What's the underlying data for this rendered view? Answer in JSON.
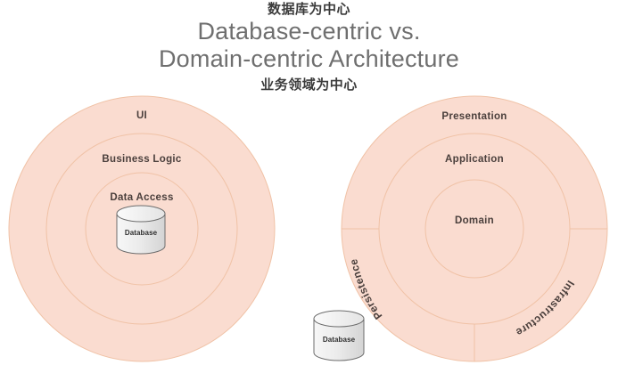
{
  "title": {
    "annotation_top": "数据库为中心",
    "line1": "Database-centric vs.",
    "line2": "Domain-centric Architecture",
    "annotation_bottom": "业务领域为中心"
  },
  "colors": {
    "ring_fill": "#fadcd0",
    "ring_stroke": "#f0c2a6",
    "label_text": "#4a3f3c",
    "title_text": "#6f6f6f",
    "annotation_text": "#3b3b3b",
    "cylinder_fill": "#e2e2e2",
    "cylinder_highlight": "#f4f4f4",
    "cylinder_stroke": "#6d6d6d",
    "background": "#ffffff"
  },
  "left_diagram": {
    "name": "database-centric-architecture",
    "rings": [
      {
        "id": "ui",
        "label": "UI",
        "level": 1
      },
      {
        "id": "business-logic",
        "label": "Business Logic",
        "level": 2
      },
      {
        "id": "data-access",
        "label": "Data Access",
        "level": 3
      }
    ],
    "center_node": {
      "id": "database",
      "label": "Database",
      "shape": "cylinder"
    }
  },
  "right_diagram": {
    "name": "domain-centric-architecture",
    "rings": [
      {
        "id": "presentation",
        "label": "Presentation",
        "level": 1
      },
      {
        "id": "application",
        "label": "Application",
        "level": 2
      },
      {
        "id": "domain",
        "label": "Domain",
        "level": 3
      }
    ],
    "outer_sectors": [
      {
        "id": "persistence",
        "label": "Persistence",
        "position": "bottom-left"
      },
      {
        "id": "infrastructure",
        "label": "Infrastructure",
        "position": "bottom-right"
      }
    ],
    "external_node": {
      "id": "database",
      "label": "Database",
      "shape": "cylinder"
    }
  }
}
